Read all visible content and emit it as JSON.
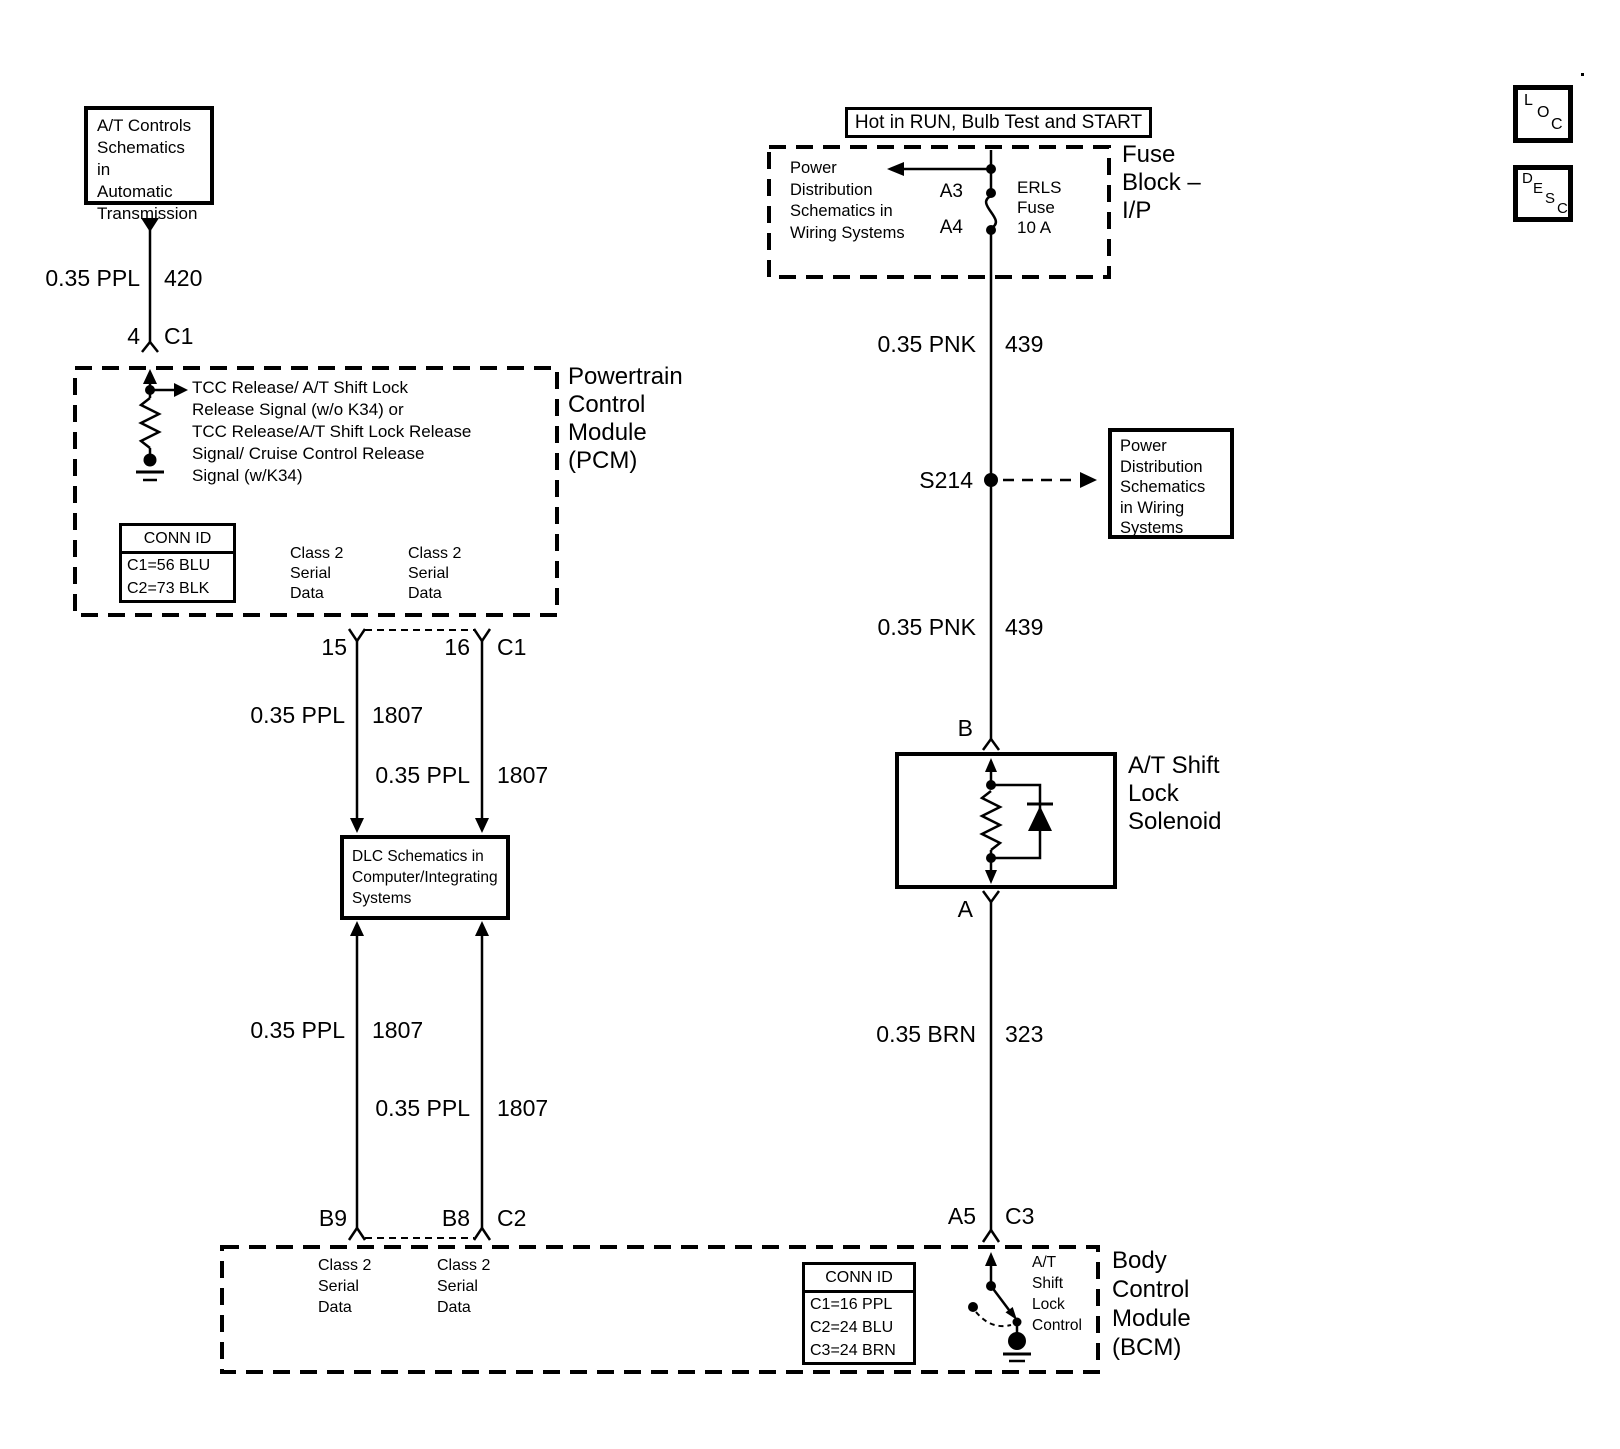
{
  "colors": {
    "ink": "#000000",
    "paper": "#ffffff"
  },
  "corner": {
    "loc": [
      "L",
      "O",
      "C"
    ],
    "desc": [
      "D",
      "E",
      "S",
      "C"
    ]
  },
  "power": {
    "header": "Hot in RUN, Bulb Test and START",
    "fuse_block": {
      "label": "Fuse\nBlock –\nI/P",
      "ref": "Power\nDistribution\nSchematics in\nWiring Systems",
      "pin_a3": "A3",
      "pin_a4": "A4",
      "fuse": "ERLS\nFuse\n10 A"
    },
    "splice": {
      "name": "S214",
      "ref": "Power\nDistribution\nSchematics\nin Wiring\nSystems"
    }
  },
  "left": {
    "at_controls_ref": "A/T Controls\nSchematics in\nAutomatic\nTransmission",
    "pcm": {
      "label": "Powertrain\nControl\nModule\n(PCM)",
      "signal": "TCC Release/ A/T Shift Lock\nRelease Signal (w/o K34) or\nTCC Release/A/T Shift Lock Release\nSignal/ Cruise Control Release\nSignal (w/K34)",
      "conn_id_title": "CONN ID",
      "conn_id_rows": [
        "C1=56 BLU",
        "C2=73 BLK"
      ],
      "pin_in_num": "4",
      "pin_in_conn": "C1",
      "pin_15": "15",
      "pin_16": "16",
      "pin_16_conn": "C1"
    },
    "class2": "Class 2\nSerial\nData",
    "dlc_ref": "DLC Schematics in\nComputer/Integrating\nSystems",
    "bcm": {
      "label": "Body\nControl\nModule\n(BCM)",
      "conn_id_title": "CONN ID",
      "conn_id_rows": [
        "C1=16 PPL",
        "C2=24 BLU",
        "C3=24 BRN"
      ],
      "switch_label": "A/T\nShift\nLock\nControl",
      "pin_b9": "B9",
      "pin_b8": "B8",
      "pin_b8_conn": "C2",
      "pin_a5": "A5",
      "pin_a5_conn": "C3"
    }
  },
  "solenoid": {
    "label": "A/T Shift\nLock\nSolenoid",
    "pin_b": "B",
    "pin_a": "A"
  },
  "wires": {
    "ppl_420": {
      "gauge": "0.35 PPL",
      "circuit": "420"
    },
    "ppl_1807": {
      "gauge": "0.35 PPL",
      "circuit": "1807"
    },
    "pnk_439": {
      "gauge": "0.35 PNK",
      "circuit": "439"
    },
    "brn_323": {
      "gauge": "0.35 BRN",
      "circuit": "323"
    }
  }
}
